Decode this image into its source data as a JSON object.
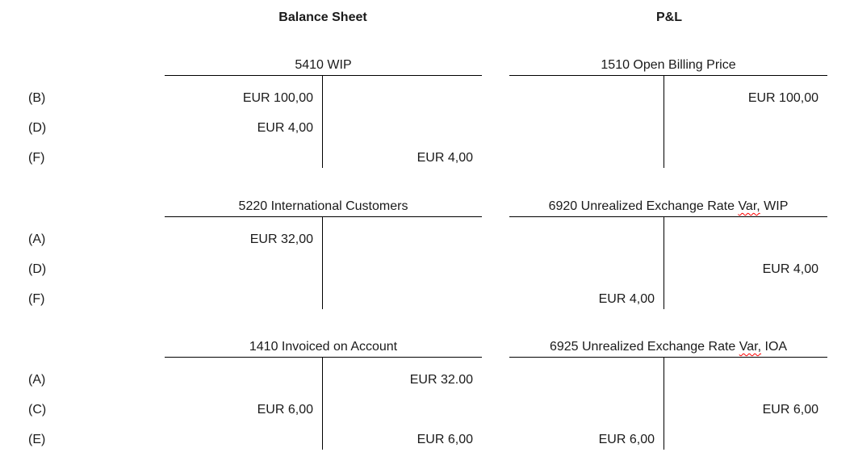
{
  "headers": {
    "balance_sheet": "Balance Sheet",
    "pl": "P&L"
  },
  "colors": {
    "text": "#1a1a1a",
    "line": "#000000",
    "spellcheck_underline": "#ff0000",
    "background": "#ffffff"
  },
  "groups": [
    {
      "labels": [
        "(B)",
        "(D)",
        "(F)"
      ],
      "left_account": {
        "title_pre": "5410 WIP",
        "title_wavy": "",
        "title_post": "",
        "entries": [
          {
            "debit": "EUR 100,00",
            "credit": ""
          },
          {
            "debit": "EUR 4,00",
            "credit": ""
          },
          {
            "debit": "",
            "credit": "EUR 4,00"
          }
        ]
      },
      "right_account": {
        "title_pre": "1510 Open Billing Price",
        "title_wavy": "",
        "title_post": "",
        "entries": [
          {
            "debit": "",
            "credit": "EUR 100,00"
          },
          {
            "debit": "",
            "credit": ""
          },
          {
            "debit": "",
            "credit": ""
          }
        ]
      }
    },
    {
      "labels": [
        "(A)",
        "(D)",
        "(F)"
      ],
      "left_account": {
        "title_pre": "5220 International Customers",
        "title_wavy": "",
        "title_post": "",
        "entries": [
          {
            "debit": "EUR 32,00",
            "credit": ""
          },
          {
            "debit": "",
            "credit": ""
          },
          {
            "debit": "",
            "credit": ""
          }
        ]
      },
      "right_account": {
        "title_pre": "6920 Unrealized Exchange Rate ",
        "title_wavy": "Var,",
        "title_post": " WIP",
        "entries": [
          {
            "debit": "",
            "credit": ""
          },
          {
            "debit": "",
            "credit": "EUR 4,00"
          },
          {
            "debit": "EUR 4,00",
            "credit": ""
          }
        ]
      }
    },
    {
      "labels": [
        "(A)",
        "(C)",
        "(E)"
      ],
      "left_account": {
        "title_pre": "1410 Invoiced on Account",
        "title_wavy": "",
        "title_post": "",
        "entries": [
          {
            "debit": "",
            "credit": "EUR 32.00"
          },
          {
            "debit": "EUR 6,00",
            "credit": ""
          },
          {
            "debit": "",
            "credit": "EUR 6,00"
          }
        ]
      },
      "right_account": {
        "title_pre": "6925 Unrealized Exchange Rate ",
        "title_wavy": "Var,",
        "title_post": " IOA",
        "entries": [
          {
            "debit": "",
            "credit": ""
          },
          {
            "debit": "",
            "credit": "EUR 6,00"
          },
          {
            "debit": "EUR 6,00",
            "credit": ""
          }
        ]
      }
    }
  ]
}
